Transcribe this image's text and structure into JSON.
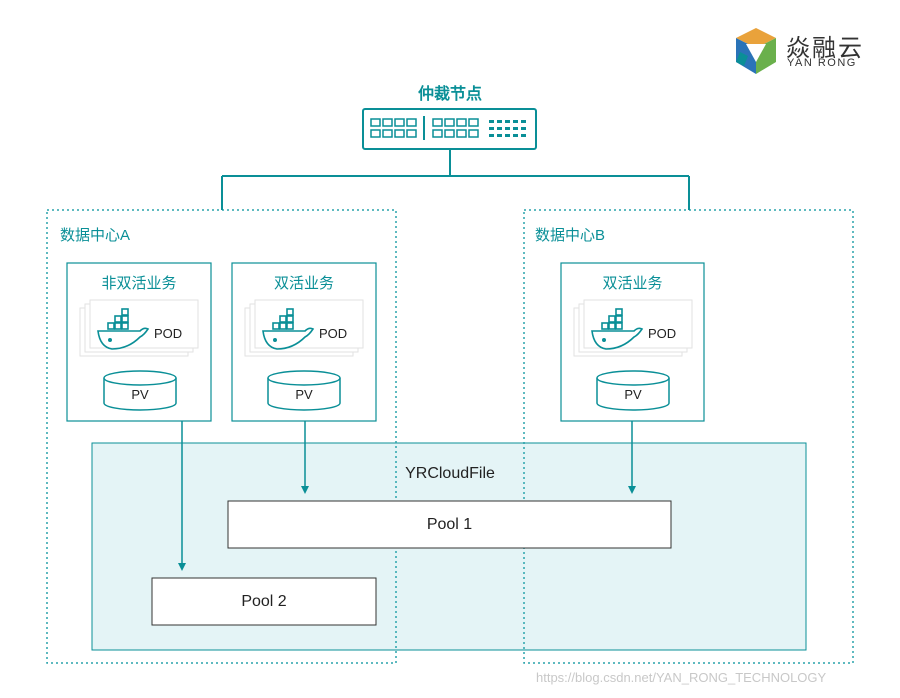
{
  "logo": {
    "name_cn": "焱融云",
    "name_en": "YAN RONG",
    "colors": [
      "#e9a23b",
      "#0a8f97",
      "#6ab04c",
      "#2a73b8"
    ]
  },
  "arbiter": {
    "title": "仲裁节点"
  },
  "datacenters": [
    {
      "label": "数据中心A"
    },
    {
      "label": "数据中心B"
    }
  ],
  "workloads": [
    {
      "title": "非双活业务",
      "pod_label": "POD",
      "pv_label": "PV"
    },
    {
      "title": "双活业务",
      "pod_label": "POD",
      "pv_label": "PV"
    },
    {
      "title": "双活业务",
      "pod_label": "POD",
      "pv_label": "PV"
    }
  ],
  "storage": {
    "name": "YRCloudFile",
    "pools": [
      {
        "label": "Pool 1"
      },
      {
        "label": "Pool 2"
      }
    ]
  },
  "watermark": "https://blog.csdn.net/YAN_RONG_TECHNOLOGY",
  "colors": {
    "accent": "#0a8f97",
    "storage_fill": "#e4f4f6",
    "dashed": "#2aa3ab"
  },
  "icons": [
    "docker-whale-icon",
    "network-switch-icon",
    "cylinder-pv-icon"
  ]
}
